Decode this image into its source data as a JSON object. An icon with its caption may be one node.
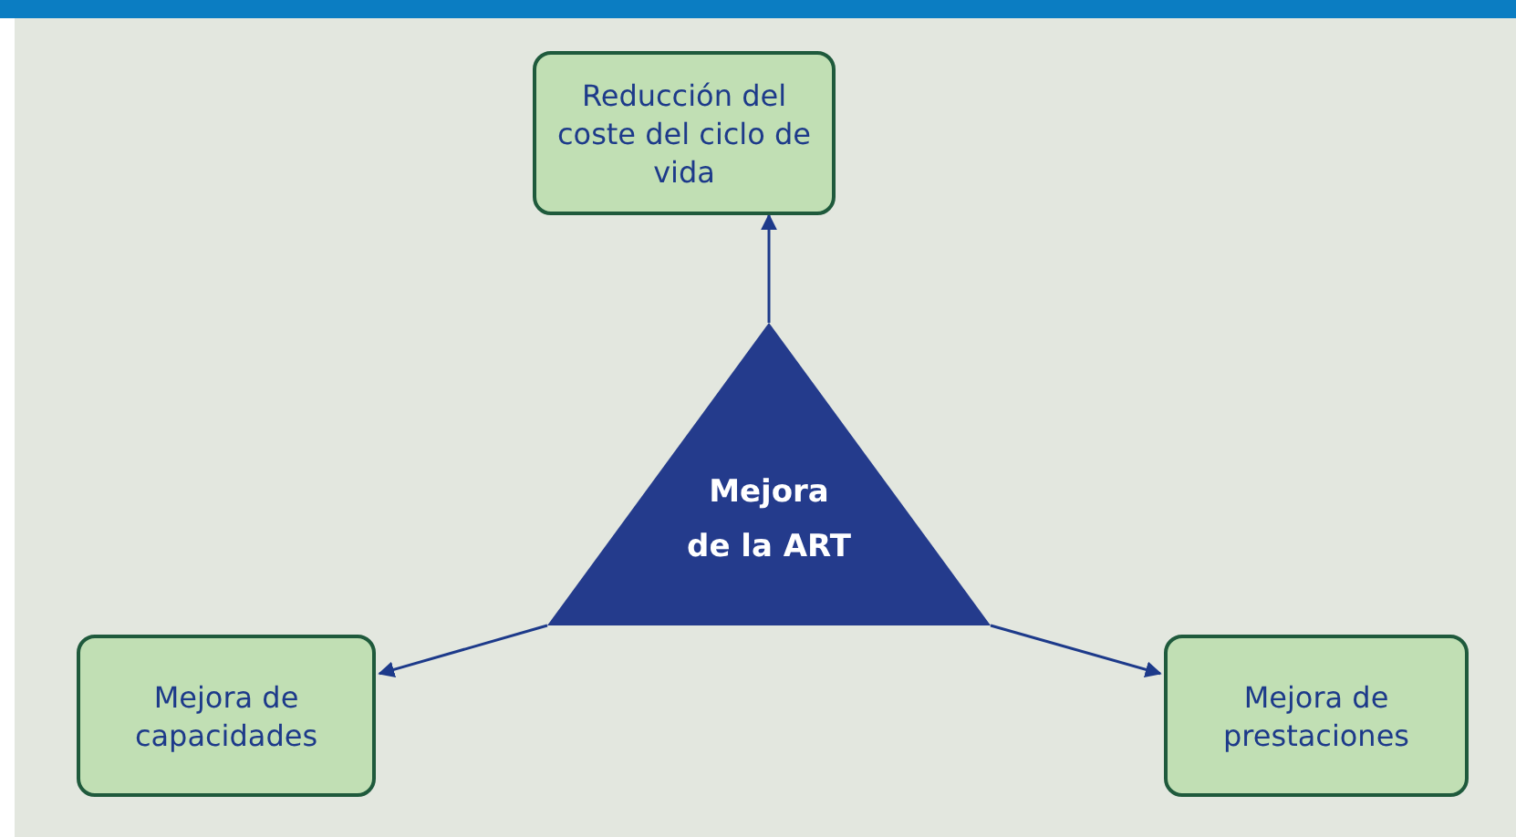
{
  "diagram": {
    "nodes": [
      {
        "text": [
          "Reducción del coste del ciclo de vida"
        ]
      },
      {
        "text": [
          "Mejora de la ART"
        ]
      },
      {
        "text": [
          "Mejora de capacidades"
        ]
      },
      {
        "text": [
          "Mejora de prestaciones"
        ]
      }
    ],
    "edges": [
      {
        "from": 1,
        "to": 0,
        "arrow": "to"
      },
      {
        "from": 1,
        "to": 2,
        "arrow": "to"
      },
      {
        "from": 1,
        "to": 3,
        "arrow": "to"
      }
    ]
  }
}
